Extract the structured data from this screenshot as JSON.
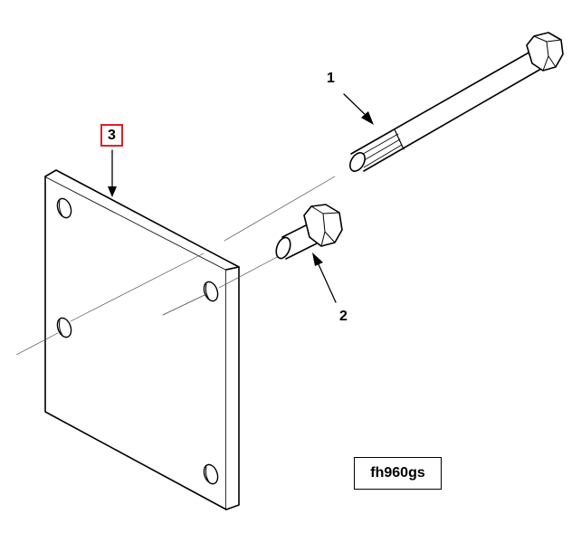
{
  "diagram": {
    "callouts": {
      "item_1": "1",
      "item_2": "2",
      "item_3": "3"
    },
    "highlighted_callout": "3",
    "figure_id": "fh960gs",
    "colors": {
      "line": "#000000",
      "highlight_box": "#e0202a",
      "background": "#ffffff"
    },
    "parts": [
      {
        "callout": "1",
        "icon": "long-hex-bolt-icon"
      },
      {
        "callout": "2",
        "icon": "short-hex-bolt-icon"
      },
      {
        "callout": "3",
        "icon": "mounting-plate-icon"
      }
    ]
  }
}
